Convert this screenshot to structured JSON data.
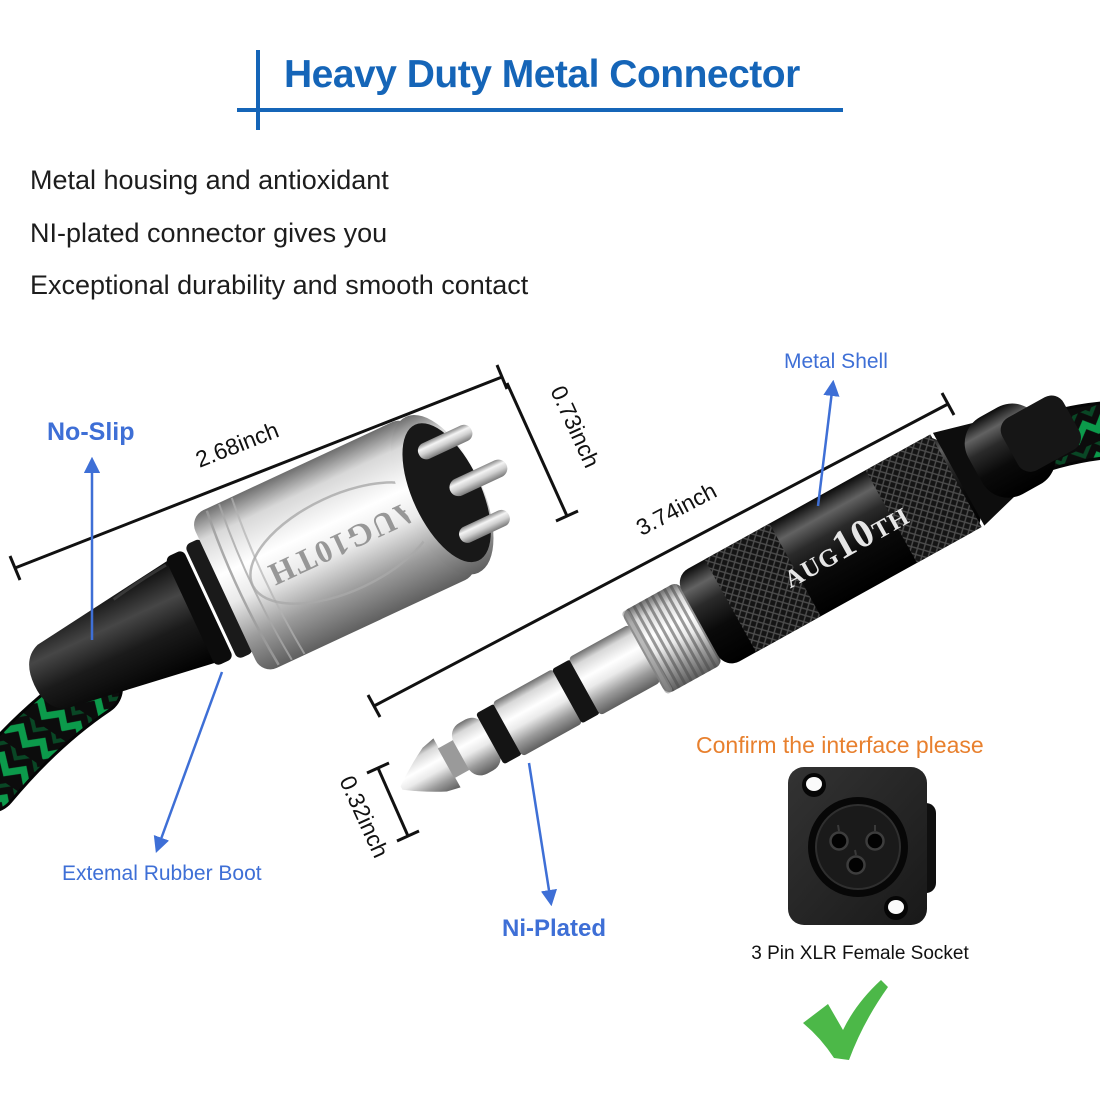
{
  "header": {
    "title": "Heavy Duty Metal Connector",
    "accent_color": "#1565b8"
  },
  "description": {
    "line1": "Metal housing and antioxidant",
    "line2": "NI-plated connector gives you",
    "line3": "Exceptional durability and smooth contact"
  },
  "callouts": {
    "no_slip": "No-Slip",
    "metal_shell": "Metal Shell",
    "rubber_boot": "Extemal Rubber Boot",
    "ni_plated": "Ni-Plated"
  },
  "measurements": {
    "xlr_length": "2.68inch",
    "xlr_diameter": "0.73inch",
    "trs_length": "3.74inch",
    "tip_size": "0.32inch"
  },
  "branding": {
    "xlr_engraving": "AUG10TH",
    "trs_engraving": {
      "p1": "AUG",
      "p2": "10",
      "p3": "TH"
    }
  },
  "interface_check": {
    "heading": "Confirm the interface please",
    "caption": "3 Pin XLR Female Socket",
    "check_icon": "check-icon"
  },
  "colors": {
    "title_blue": "#1565b8",
    "label_blue": "#3e6fd6",
    "heading_orange": "#e8802e",
    "check_green": "#4cb848",
    "cable_green": "#0c9a4b",
    "measure_black": "#111111"
  }
}
